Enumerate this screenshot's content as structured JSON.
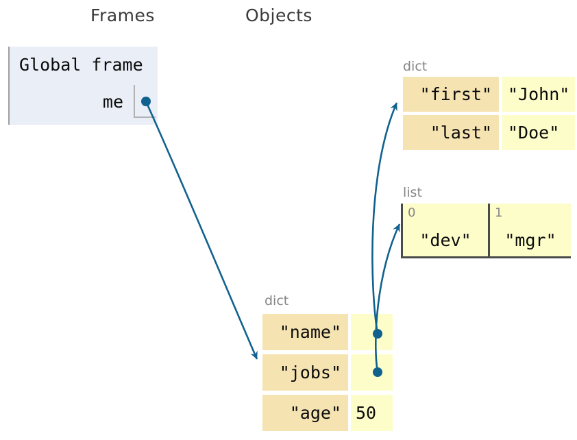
{
  "headings": {
    "frames": "Frames",
    "objects": "Objects"
  },
  "frame": {
    "title": "Global frame",
    "variables": [
      {
        "name": "me",
        "value": "pointer"
      }
    ]
  },
  "objects": {
    "dict_person": {
      "type_label": "dict",
      "rows": [
        {
          "key": "\"first\"",
          "value": "\"John\""
        },
        {
          "key": "\"last\"",
          "value": "\"Doe\""
        }
      ]
    },
    "list_jobs": {
      "type_label": "list",
      "items": [
        {
          "index": "0",
          "value": "\"dev\""
        },
        {
          "index": "1",
          "value": "\"mgr\""
        }
      ]
    },
    "dict_me": {
      "type_label": "dict",
      "rows": [
        {
          "key": "\"name\"",
          "value": ""
        },
        {
          "key": "\"jobs\"",
          "value": ""
        },
        {
          "key": "\"age\"",
          "value": "50"
        }
      ]
    }
  },
  "pointers": [
    {
      "from": "frame.me",
      "to": "dict_me"
    },
    {
      "from": "dict_me.name",
      "to": "dict_person"
    },
    {
      "from": "dict_me.jobs",
      "to": "list_jobs"
    }
  ],
  "colors": {
    "arrow": "#11618e",
    "frame-bg": "#e9eef7",
    "key-bg": "#f5e3b1",
    "val-bg": "#fdfdca",
    "border-dark": "#4a4a4a",
    "label-gray": "#858585",
    "heading": "#3a3a3a"
  }
}
